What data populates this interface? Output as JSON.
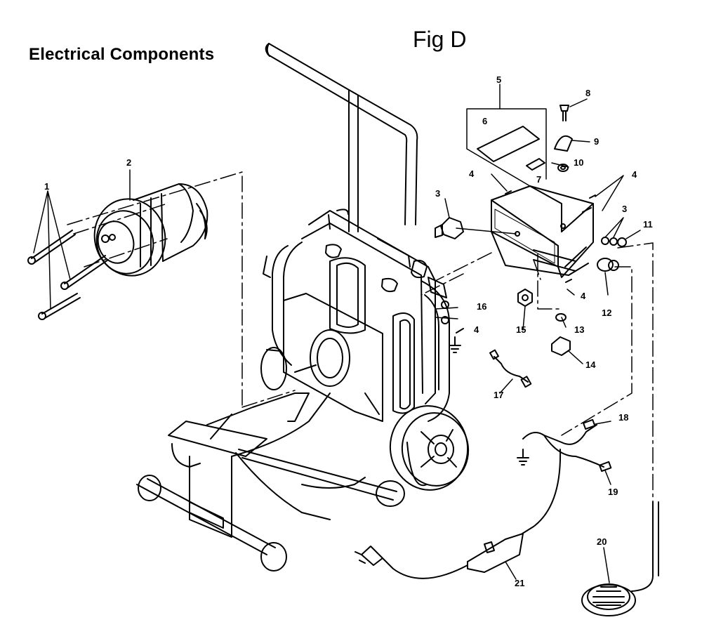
{
  "header": {
    "title": "Electrical Components",
    "figure_label": "Fig D"
  },
  "callouts": [
    "1",
    "2",
    "3",
    "4",
    "5",
    "6",
    "7",
    "8",
    "9",
    "10",
    "11",
    "12",
    "13",
    "14",
    "15",
    "16",
    "17",
    "18",
    "19",
    "20",
    "21"
  ]
}
